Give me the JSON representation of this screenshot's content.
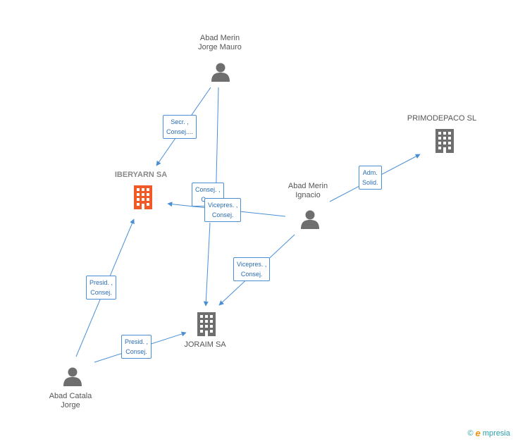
{
  "nodes": {
    "abad_merin_jorge_mauro": {
      "line1": "Abad Merin",
      "line2": "Jorge Mauro",
      "icon": "person-icon"
    },
    "iberyarn": {
      "line1": "IBERYARN SA",
      "icon": "building-icon",
      "color": "#f05a28"
    },
    "primodepaco": {
      "line1": "PRIMODEPACO SL",
      "icon": "building-icon",
      "color": "#6e6e6e"
    },
    "abad_merin_ignacio": {
      "line1": "Abad Merin",
      "line2": "Ignacio",
      "icon": "person-icon"
    },
    "joraim": {
      "line1": "JORAIM SA",
      "icon": "building-icon",
      "color": "#6e6e6e"
    },
    "abad_catala_jorge": {
      "line1": "Abad Catala",
      "line2": "Jorge",
      "icon": "person-icon"
    }
  },
  "edges": [
    {
      "line1": "Secr. ,",
      "line2": "Consej...."
    },
    {
      "line1": "Consej. ,",
      "line2": "Co..."
    },
    {
      "line1": "Vicepres. ,",
      "line2": "Consej."
    },
    {
      "line1": "Adm.",
      "line2": "Solid."
    },
    {
      "line1": "Vicepres. ,",
      "line2": "Consej."
    },
    {
      "line1": "Presid. ,",
      "line2": "Consej."
    },
    {
      "line1": "Presid. ,",
      "line2": "Consej."
    }
  ],
  "footer": {
    "copyright": "©",
    "brand_initial": "e",
    "brand_rest": "mpresia"
  },
  "colors": {
    "edge": "#4a8fd6",
    "person": "#6e6e6e",
    "highlight": "#f05a28"
  }
}
